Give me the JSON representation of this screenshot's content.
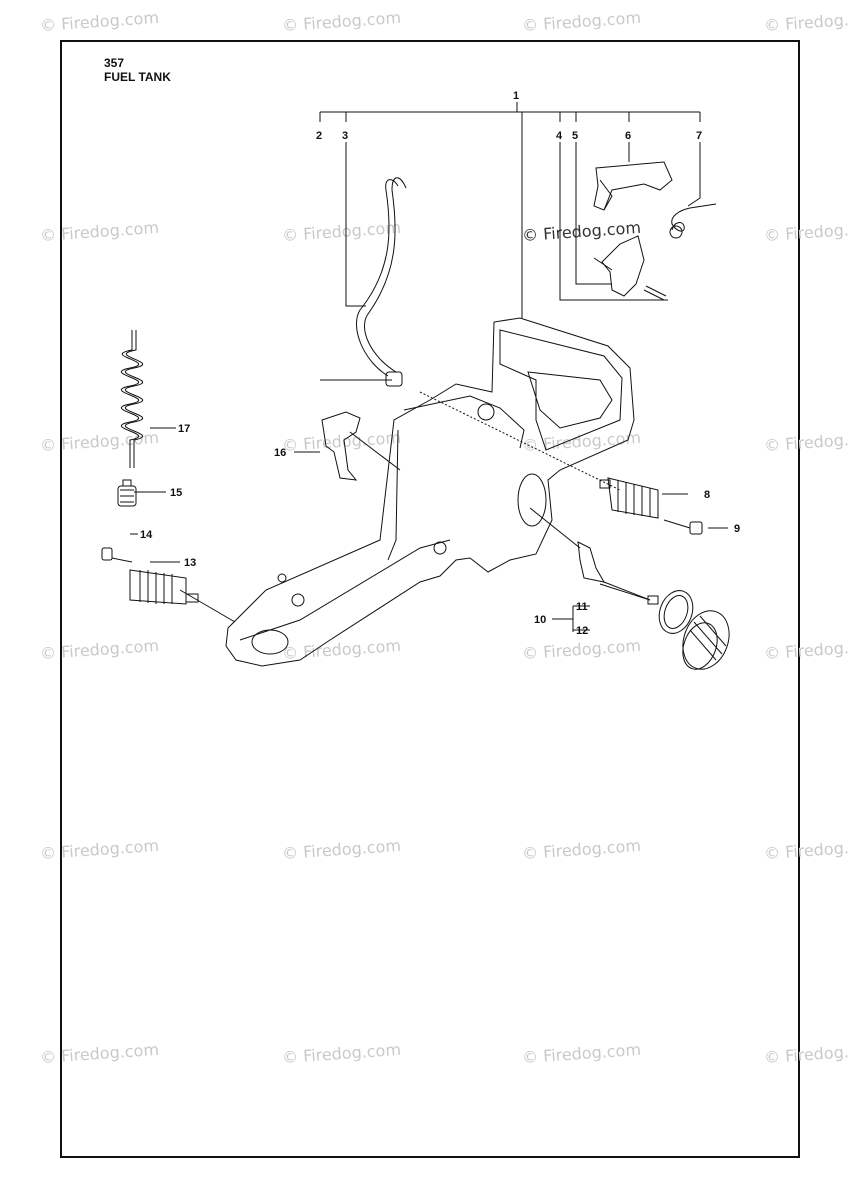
{
  "header": {
    "model": "357",
    "title": "FUEL TANK"
  },
  "watermark": "© Firedog.com",
  "parts": {
    "p1": "1",
    "p2": "2",
    "p3": "3",
    "p4": "4",
    "p5": "5",
    "p6": "6",
    "p7": "7",
    "p8": "8",
    "p9": "9",
    "p10": "10",
    "p11": "11",
    "p12": "12",
    "p13": "13",
    "p14": "14",
    "p15": "15",
    "p16": "16",
    "p17": "17"
  }
}
